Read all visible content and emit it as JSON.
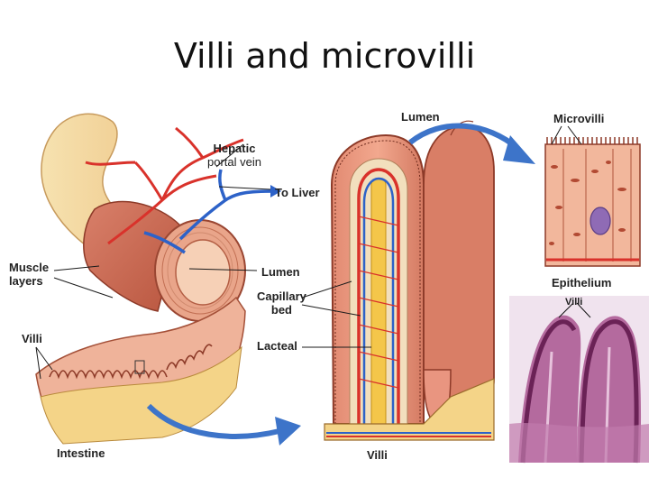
{
  "title": "Villi and microvilli",
  "labels": {
    "hepatic_line1": "Hepatic",
    "hepatic_line2": "portal vein",
    "to_liver": "To Liver",
    "muscle_line1": "Muscle",
    "muscle_line2": "layers",
    "villi_left": "Villi",
    "lumen_mid": "Lumen",
    "capillary_line1": "Capillary",
    "capillary_line2": "bed",
    "lacteal": "Lacteal",
    "intestine": "Intestine",
    "lumen_top": "Lumen",
    "villi_bottom": "Villi",
    "microvilli": "Microvilli",
    "epithelium": "Epithelium",
    "villi_photo": "Villi"
  },
  "colors": {
    "tissue": "#e9957a",
    "tissue_dark": "#c8604a",
    "artery": "#d9322b",
    "vein": "#2d62c8",
    "fat": "#f4d488",
    "arrow": "#3d74c9",
    "micrograph_bg": "#f0e3ee",
    "micrograph_stain": "#8a3c78"
  }
}
